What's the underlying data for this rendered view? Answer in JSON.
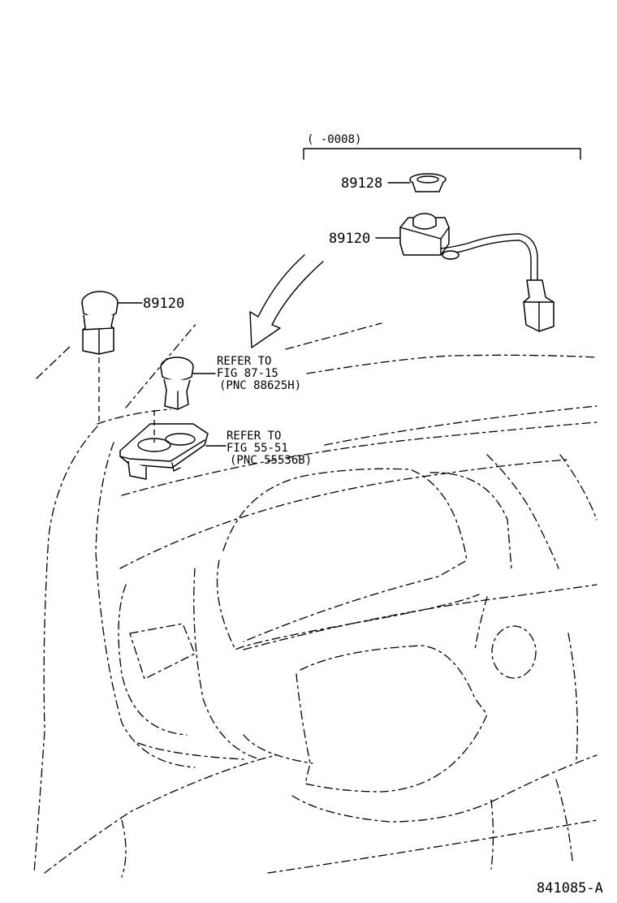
{
  "bracket_label": "(      -0008)",
  "parts": {
    "p89128": "89128",
    "p89120_top": "89120",
    "p89120_left": "89120"
  },
  "refer1": {
    "line1": "REFER TO",
    "line2": "FIG 87-15",
    "line3": "(PNC 88625H)"
  },
  "refer2": {
    "line1": "REFER TO",
    "line2": "FIG 55-51",
    "line3": "(PNC 55536B)"
  },
  "figure_code": "841085-A"
}
